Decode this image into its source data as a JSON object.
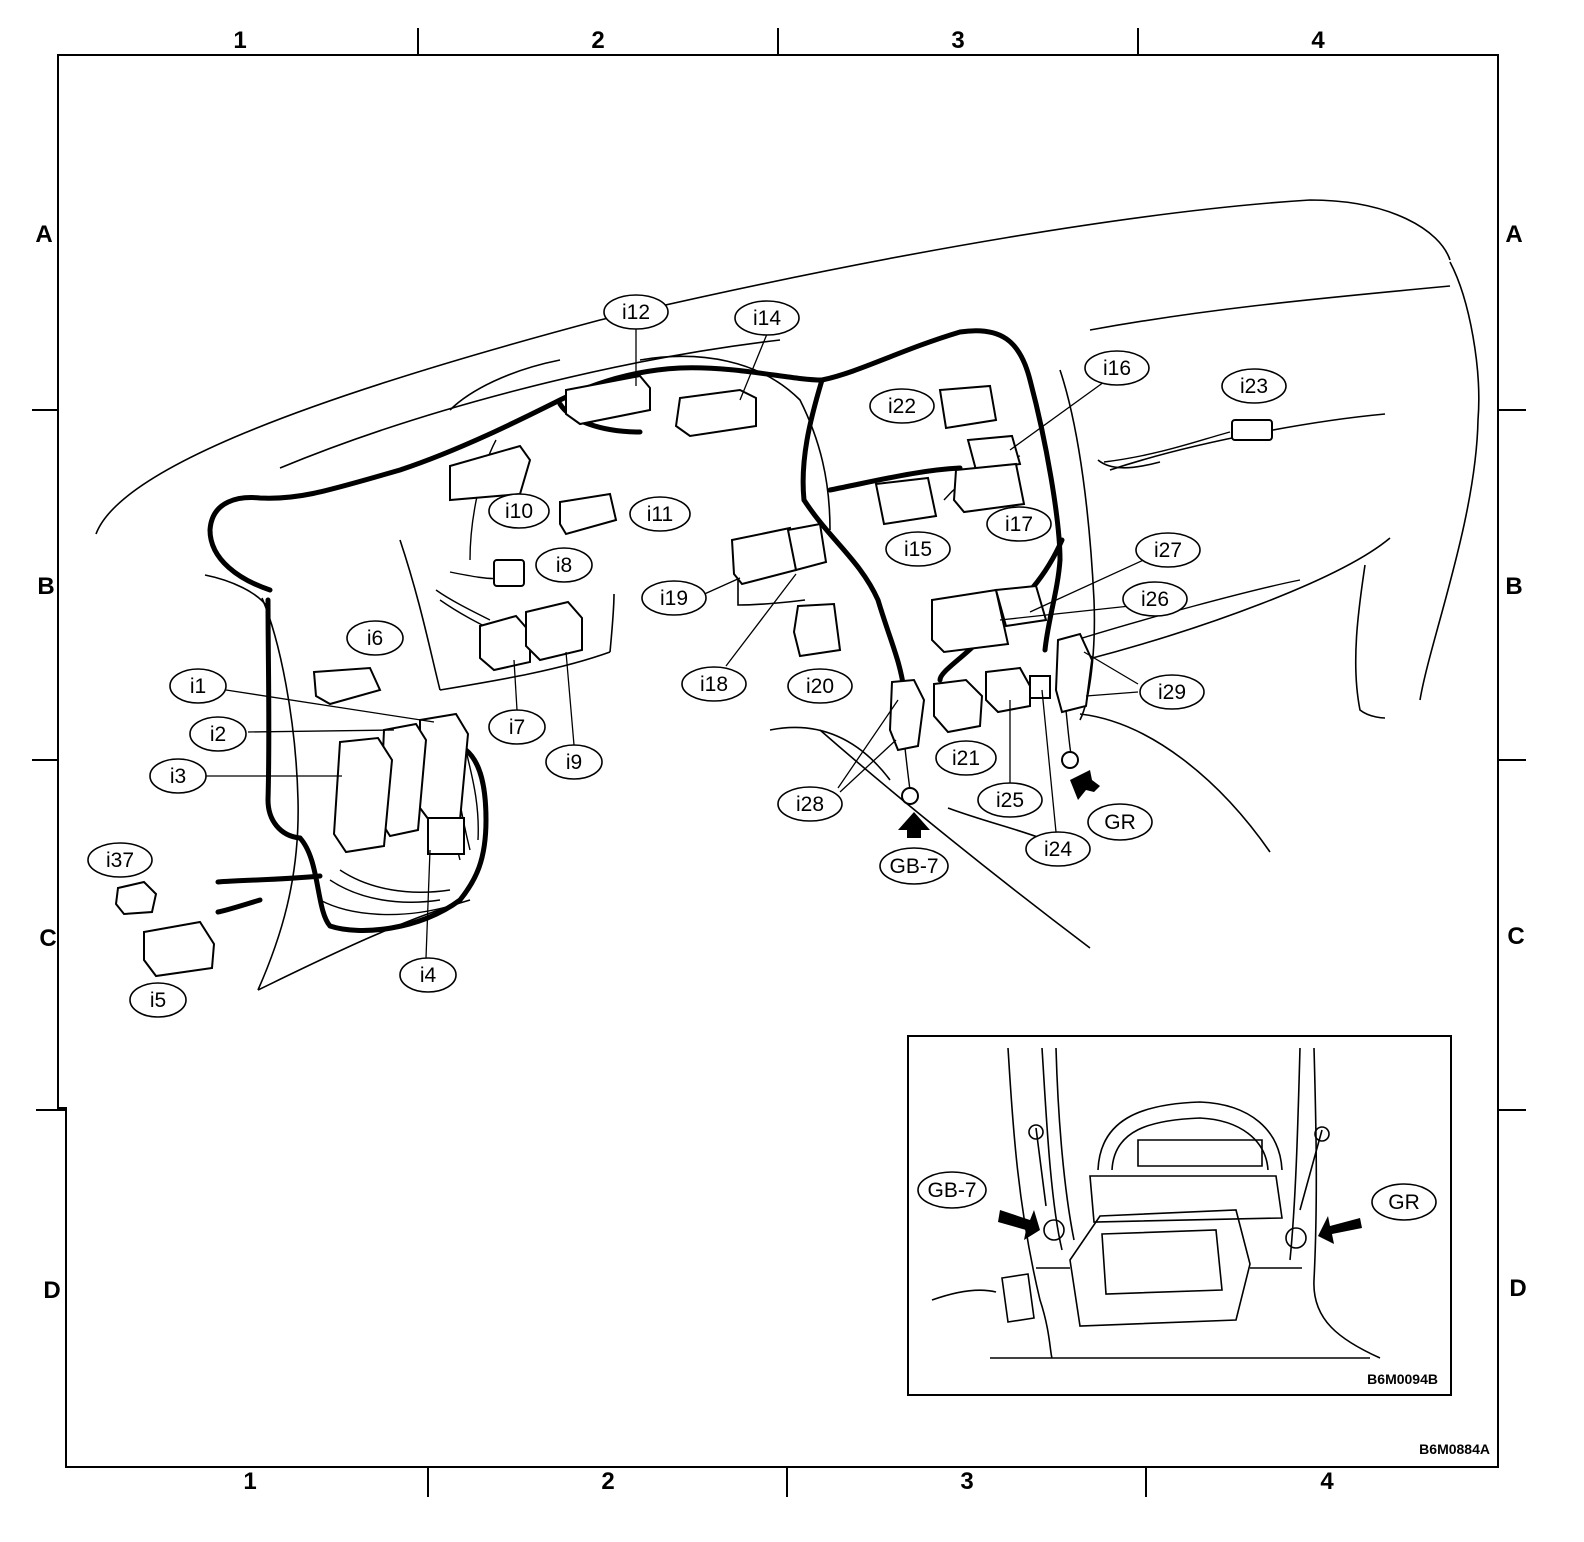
{
  "grid": {
    "columns": [
      "1",
      "2",
      "3",
      "4"
    ],
    "rows": [
      "A",
      "B",
      "C",
      "D"
    ]
  },
  "connectors": {
    "i1": "i1",
    "i2": "i2",
    "i3": "i3",
    "i4": "i4",
    "i5": "i5",
    "i6": "i6",
    "i7": "i7",
    "i8": "i8",
    "i9": "i9",
    "i10": "i10",
    "i11": "i11",
    "i12": "i12",
    "i14": "i14",
    "i15": "i15",
    "i16": "i16",
    "i17": "i17",
    "i18": "i18",
    "i19": "i19",
    "i20": "i20",
    "i21": "i21",
    "i22": "i22",
    "i23": "i23",
    "i24": "i24",
    "i25": "i25",
    "i26": "i26",
    "i27": "i27",
    "i28": "i28",
    "i29": "i29",
    "i37": "i37"
  },
  "grounds": {
    "gb7": "GB-7",
    "gr": "GR"
  },
  "inset": {
    "gb7": "GB-7",
    "gr": "GR",
    "code": "B6M0094B"
  },
  "figure_code": "B6M0884A"
}
